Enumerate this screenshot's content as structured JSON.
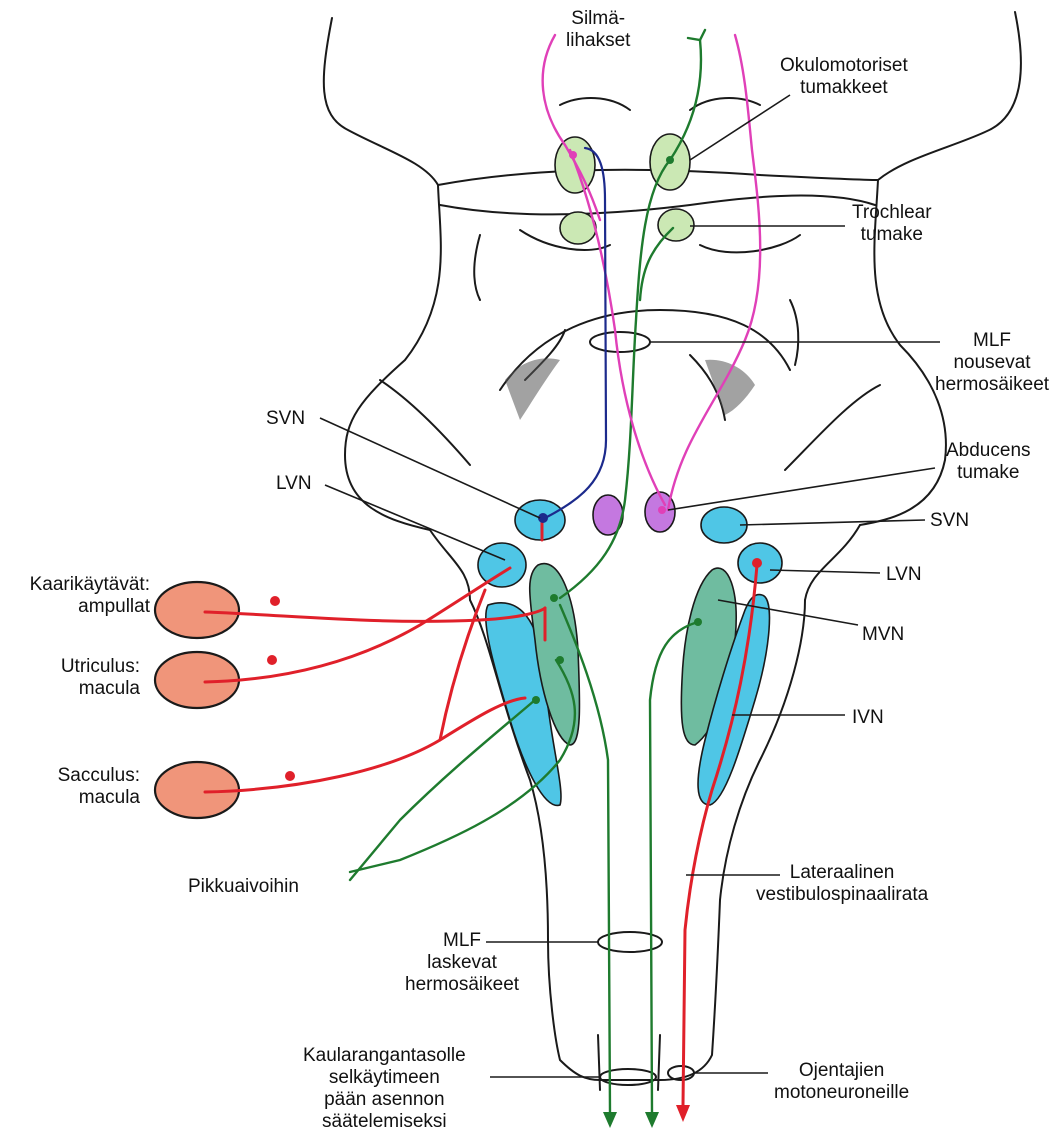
{
  "colors": {
    "outline": "#1a1a1a",
    "afferent": "#e0202a",
    "ascending": "#1e7b2e",
    "oculomotor_pink": "#e040b8",
    "blue_axon": "#1c2a8c",
    "svn_lvn_ivn": "#4fc6e6",
    "mvn": "#6fbca0",
    "eye_nuclei": "#cbe8b4",
    "abducens": "#c478e0",
    "receptor": "#f0957a"
  },
  "labels": {
    "eye_muscles": [
      "Silmä-",
      "lihakset"
    ],
    "oculomotor_nuclei": [
      "Okulomotoriset",
      "tumakkeet"
    ],
    "trochlear_nucleus": [
      "Trochlear",
      "tumake"
    ],
    "mlf_ascending": [
      "MLF",
      "nousevat",
      "hermosäikeet"
    ],
    "svn_left": "SVN",
    "abducens_nucleus": [
      "Abducens",
      "tumake"
    ],
    "lvn_left": "LVN",
    "svn_right": "SVN",
    "lvn_right": "LVN",
    "mvn": "MVN",
    "ivn": "IVN",
    "canals": [
      "Kaarikäytävät:",
      "ampullat"
    ],
    "utricle": [
      "Utriculus:",
      "macula"
    ],
    "saccule": [
      "Sacculus:",
      "macula"
    ],
    "cerebellum": "Pikkuaivoihin",
    "lateral_vestibulospinal": [
      "Lateraalinen",
      "vestibulospinaalirata"
    ],
    "mlf_descending": [
      "MLF",
      "laskevat",
      "hermosäikeet"
    ],
    "cervical": [
      "Kaularangantasolle",
      "selkäytimeen",
      "pään asennon",
      "säätelemiseksi"
    ],
    "extensor": [
      "Ojentajien",
      "motoneuroneille"
    ]
  }
}
